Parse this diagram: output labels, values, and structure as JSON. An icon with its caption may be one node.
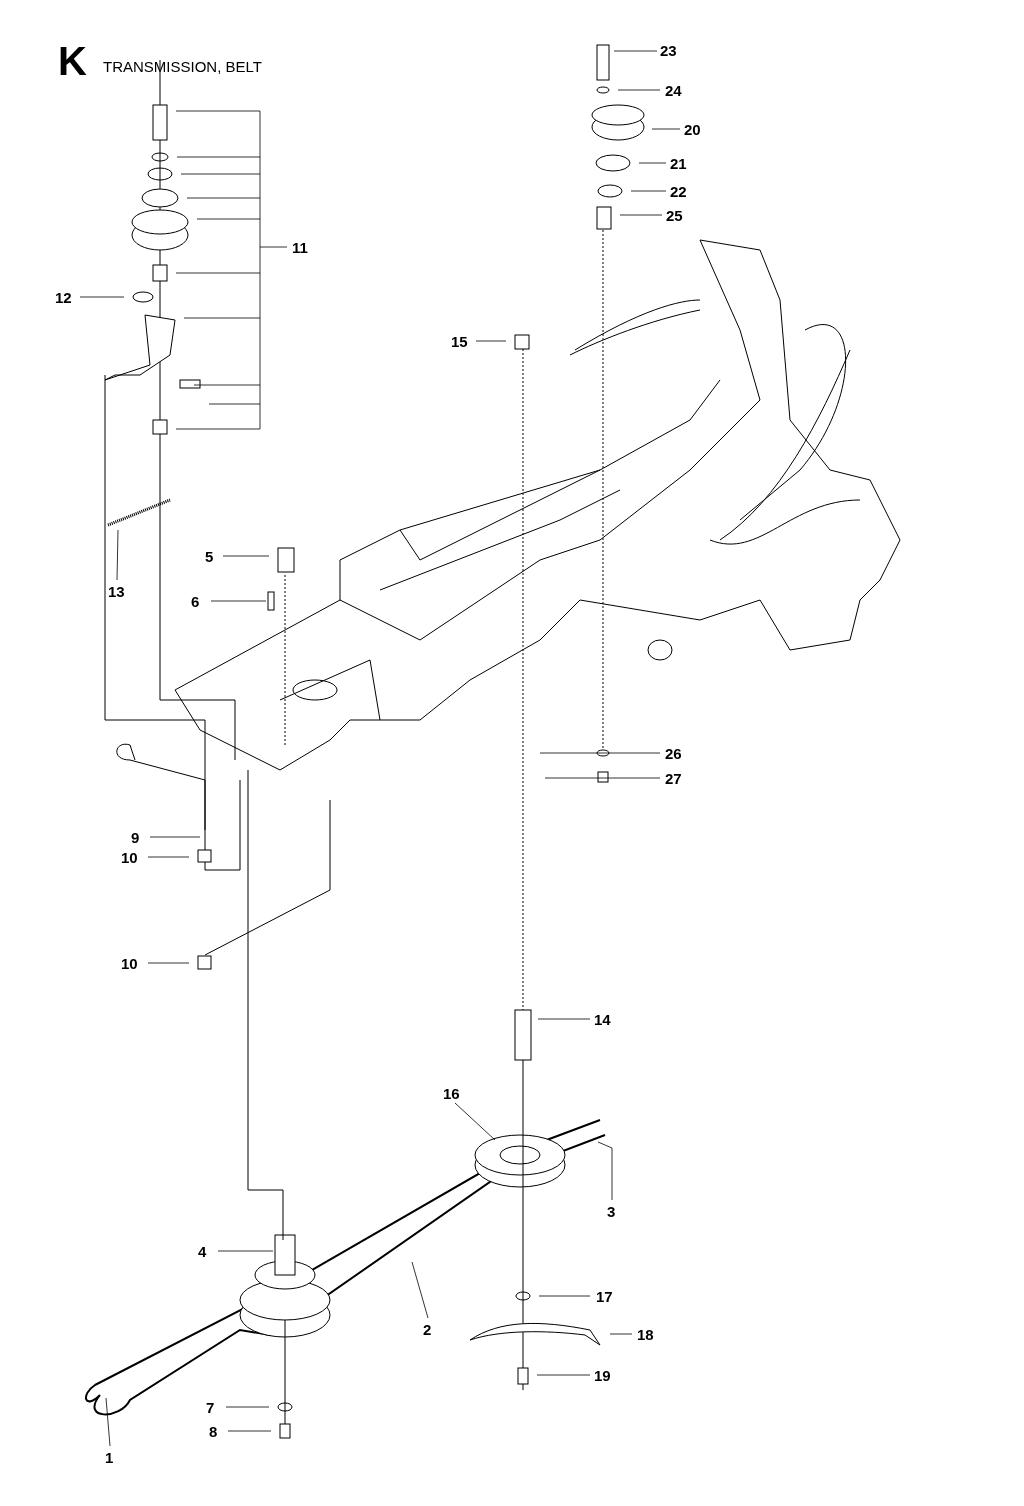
{
  "diagram": {
    "title": "TRANSMISSION, BELT",
    "labels": [
      "K"
    ],
    "nodes": [
      {
        "text": [
          "23"
        ]
      },
      {
        "text": [
          "24"
        ]
      },
      {
        "text": [
          "20"
        ]
      },
      {
        "text": [
          "21"
        ]
      },
      {
        "text": [
          "22"
        ]
      },
      {
        "text": [
          "25"
        ]
      },
      {
        "text": [
          "11"
        ]
      },
      {
        "text": [
          "12"
        ]
      },
      {
        "text": [
          "15"
        ]
      },
      {
        "text": [
          "5"
        ]
      },
      {
        "text": [
          "13"
        ]
      },
      {
        "text": [
          "6"
        ]
      },
      {
        "text": [
          "26"
        ]
      },
      {
        "text": [
          "27"
        ]
      },
      {
        "text": [
          "9"
        ]
      },
      {
        "text": [
          "10"
        ]
      },
      {
        "text": [
          "10"
        ]
      },
      {
        "text": [
          "14"
        ]
      },
      {
        "text": [
          "16"
        ]
      },
      {
        "text": [
          "3"
        ]
      },
      {
        "text": [
          "4"
        ]
      },
      {
        "text": [
          "2"
        ]
      },
      {
        "text": [
          "17"
        ]
      },
      {
        "text": [
          "18"
        ]
      },
      {
        "text": [
          "7"
        ]
      },
      {
        "text": [
          "19"
        ]
      },
      {
        "text": [
          "8"
        ]
      },
      {
        "text": [
          "1"
        ]
      }
    ],
    "edges": [
      {
        "from": 0,
        "to": null,
        "arrow": "none"
      },
      {
        "from": 1,
        "to": null,
        "arrow": "none"
      },
      {
        "from": 2,
        "to": null,
        "arrow": "none"
      },
      {
        "from": 3,
        "to": null,
        "arrow": "none"
      },
      {
        "from": 4,
        "to": null,
        "arrow": "none"
      },
      {
        "from": 5,
        "to": null,
        "arrow": "none"
      },
      {
        "from": 6,
        "to": null,
        "arrow": "none"
      },
      {
        "from": 7,
        "to": null,
        "arrow": "none"
      },
      {
        "from": 8,
        "to": null,
        "arrow": "none"
      },
      {
        "from": 9,
        "to": null,
        "arrow": "none"
      },
      {
        "from": 10,
        "to": null,
        "arrow": "none"
      },
      {
        "from": 11,
        "to": null,
        "arrow": "none"
      },
      {
        "from": 12,
        "to": null,
        "arrow": "none"
      },
      {
        "from": 13,
        "to": null,
        "arrow": "none"
      },
      {
        "from": 14,
        "to": null,
        "arrow": "none"
      },
      {
        "from": 15,
        "to": null,
        "arrow": "none"
      },
      {
        "from": 16,
        "to": null,
        "arrow": "none"
      },
      {
        "from": 17,
        "to": null,
        "arrow": "none"
      },
      {
        "from": 18,
        "to": null,
        "arrow": "none"
      },
      {
        "from": 19,
        "to": null,
        "arrow": "none"
      },
      {
        "from": 20,
        "to": null,
        "arrow": "none"
      },
      {
        "from": 21,
        "to": null,
        "arrow": "none"
      },
      {
        "from": 22,
        "to": null,
        "arrow": "none"
      },
      {
        "from": 23,
        "to": null,
        "arrow": "none"
      },
      {
        "from": 24,
        "to": null,
        "arrow": "none"
      },
      {
        "from": 25,
        "to": null,
        "arrow": "none"
      },
      {
        "from": 26,
        "to": null,
        "arrow": "none"
      },
      {
        "from": 27,
        "to": null,
        "arrow": "none"
      }
    ]
  }
}
